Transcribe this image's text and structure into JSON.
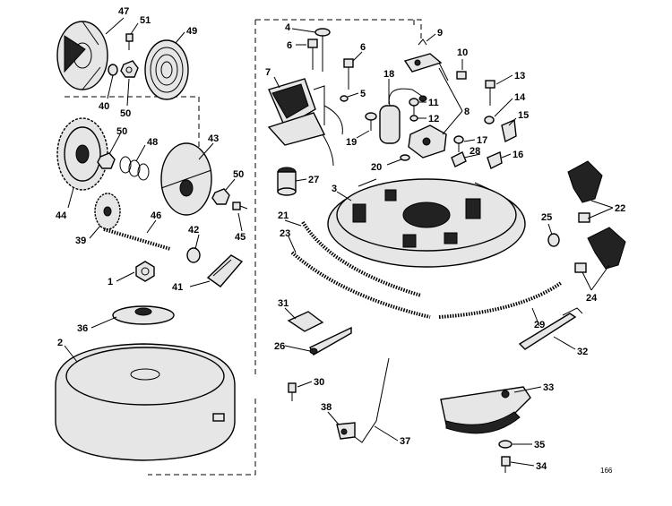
{
  "diagram": {
    "reference_number": "166",
    "callouts": [
      {
        "id": "c47",
        "text": "47"
      },
      {
        "id": "c51",
        "text": "51"
      },
      {
        "id": "c49",
        "text": "49"
      },
      {
        "id": "c40",
        "text": "40"
      },
      {
        "id": "c50a",
        "text": "50"
      },
      {
        "id": "c50b",
        "text": "50"
      },
      {
        "id": "c48",
        "text": "48"
      },
      {
        "id": "c43",
        "text": "43"
      },
      {
        "id": "c44",
        "text": "44"
      },
      {
        "id": "c50c",
        "text": "50"
      },
      {
        "id": "c39",
        "text": "39"
      },
      {
        "id": "c46",
        "text": "46"
      },
      {
        "id": "c45",
        "text": "45"
      },
      {
        "id": "c42",
        "text": "42"
      },
      {
        "id": "c1",
        "text": "1"
      },
      {
        "id": "c41",
        "text": "41"
      },
      {
        "id": "c36",
        "text": "36"
      },
      {
        "id": "c2",
        "text": "2"
      },
      {
        "id": "c4",
        "text": "4"
      },
      {
        "id": "c6a",
        "text": "6"
      },
      {
        "id": "c6b",
        "text": "6"
      },
      {
        "id": "c9",
        "text": "9"
      },
      {
        "id": "c10",
        "text": "10"
      },
      {
        "id": "c7",
        "text": "7"
      },
      {
        "id": "c5",
        "text": "5"
      },
      {
        "id": "c18",
        "text": "18"
      },
      {
        "id": "c13",
        "text": "13"
      },
      {
        "id": "c11",
        "text": "11"
      },
      {
        "id": "c12",
        "text": "12"
      },
      {
        "id": "c8",
        "text": "8"
      },
      {
        "id": "c14",
        "text": "14"
      },
      {
        "id": "c15",
        "text": "15"
      },
      {
        "id": "c19",
        "text": "19"
      },
      {
        "id": "c17",
        "text": "17"
      },
      {
        "id": "c28",
        "text": "28"
      },
      {
        "id": "c16",
        "text": "16"
      },
      {
        "id": "c20",
        "text": "20"
      },
      {
        "id": "c27",
        "text": "27"
      },
      {
        "id": "c3",
        "text": "3"
      },
      {
        "id": "c21",
        "text": "21"
      },
      {
        "id": "c25",
        "text": "25"
      },
      {
        "id": "c22",
        "text": "22"
      },
      {
        "id": "c23",
        "text": "23"
      },
      {
        "id": "c24",
        "text": "24"
      },
      {
        "id": "c31",
        "text": "31"
      },
      {
        "id": "c29",
        "text": "29"
      },
      {
        "id": "c32",
        "text": "32"
      },
      {
        "id": "c26",
        "text": "26"
      },
      {
        "id": "c30",
        "text": "30"
      },
      {
        "id": "c33",
        "text": "33"
      },
      {
        "id": "c38",
        "text": "38"
      },
      {
        "id": "c37",
        "text": "37"
      },
      {
        "id": "c35",
        "text": "35"
      },
      {
        "id": "c34",
        "text": "34"
      }
    ]
  }
}
